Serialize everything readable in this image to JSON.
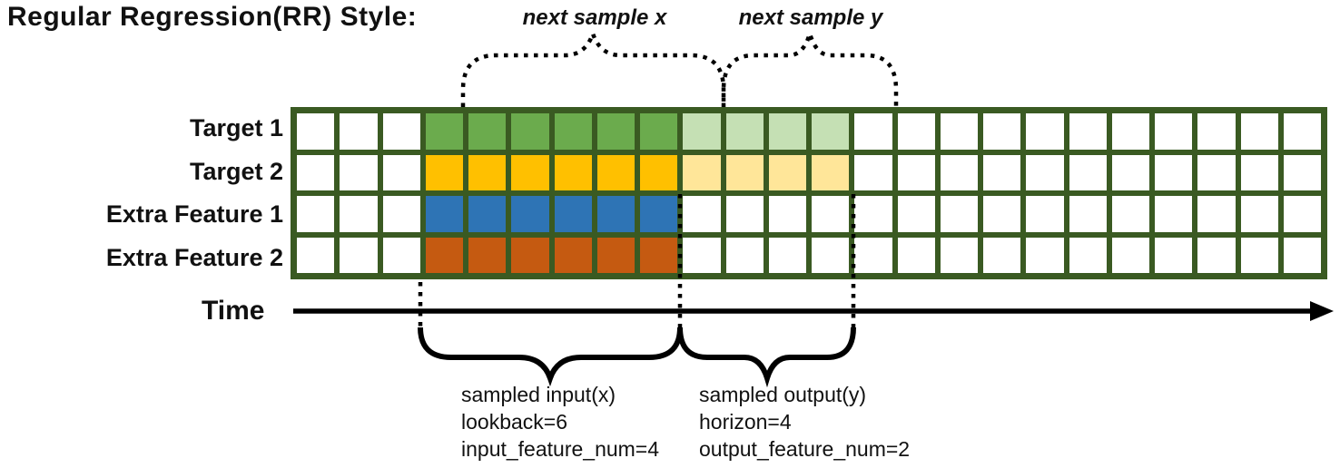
{
  "title": "Regular Regression(RR) Style:",
  "annotations": {
    "next_sample_x": "next sample x",
    "next_sample_y": "next sample y",
    "time_label": "Time",
    "input": [
      "sampled input(x)",
      "lookback=6",
      "input_feature_num=4"
    ],
    "output": [
      "sampled output(y)",
      "horizon=4",
      "output_feature_num=2"
    ]
  },
  "colors": {
    "border": "#3a5a22",
    "white": "#ffffff",
    "green": "#6bab4d",
    "light_green": "#c5e0b4",
    "gold": "#ffc000",
    "light_gold": "#ffe699",
    "blue": "#2e74b5",
    "orange": "#c55a11",
    "line": "#000000"
  },
  "grid": {
    "columns": 24,
    "rows": [
      {
        "label": "Target 1",
        "cells": [
          "white",
          "white",
          "white",
          "green",
          "green",
          "green",
          "green",
          "green",
          "green",
          "light_green",
          "light_green",
          "light_green",
          "light_green",
          "white",
          "white",
          "white",
          "white",
          "white",
          "white",
          "white",
          "white",
          "white",
          "white",
          "white"
        ]
      },
      {
        "label": "Target 2",
        "cells": [
          "white",
          "white",
          "white",
          "gold",
          "gold",
          "gold",
          "gold",
          "gold",
          "gold",
          "light_gold",
          "light_gold",
          "light_gold",
          "light_gold",
          "white",
          "white",
          "white",
          "white",
          "white",
          "white",
          "white",
          "white",
          "white",
          "white",
          "white"
        ]
      },
      {
        "label": "Extra Feature 1",
        "cells": [
          "white",
          "white",
          "white",
          "blue",
          "blue",
          "blue",
          "blue",
          "blue",
          "blue",
          "white",
          "white",
          "white",
          "white",
          "white",
          "white",
          "white",
          "white",
          "white",
          "white",
          "white",
          "white",
          "white",
          "white",
          "white"
        ]
      },
      {
        "label": "Extra Feature 2",
        "cells": [
          "white",
          "white",
          "white",
          "orange",
          "orange",
          "orange",
          "orange",
          "orange",
          "orange",
          "white",
          "white",
          "white",
          "white",
          "white",
          "white",
          "white",
          "white",
          "white",
          "white",
          "white",
          "white",
          "white",
          "white",
          "white"
        ]
      }
    ]
  }
}
